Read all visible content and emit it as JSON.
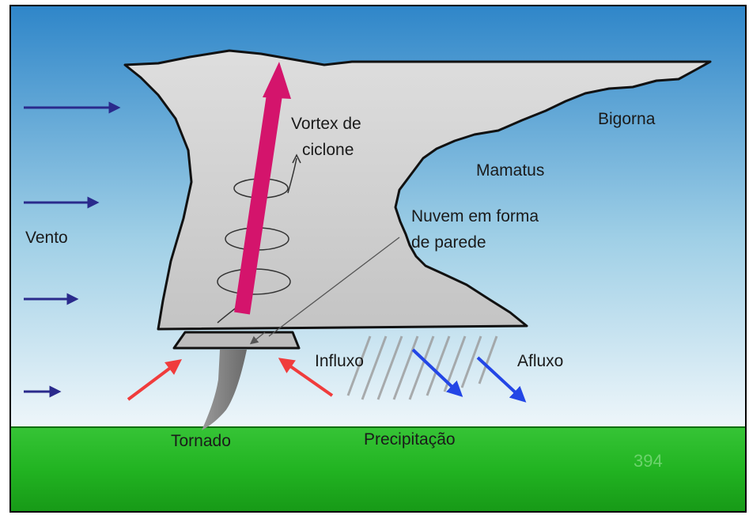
{
  "labels": {
    "vortex_line1": "Vortex de",
    "vortex_line2": "ciclone",
    "bigorna": "Bigorna",
    "mamatus": "Mamatus",
    "nuvem_line1": "Nuvem em forma",
    "nuvem_line2": "de parede",
    "vento": "Vento",
    "influxo": "Influxo",
    "afluxo": "Afluxo",
    "tornado": "Tornado",
    "precipitacao": "Precipitação"
  },
  "page_number": "394",
  "colors": {
    "sky_top": "#2f86c9",
    "sky_bottom": "#eef6fa",
    "ground": "#22b422",
    "cloud": "#d4d4d4",
    "updraft_arrow": "#d4146c",
    "wind_arrow": "#2a2a8c",
    "inflow_arrow": "#f03c3c",
    "outflow_arrow": "#2346e6"
  }
}
